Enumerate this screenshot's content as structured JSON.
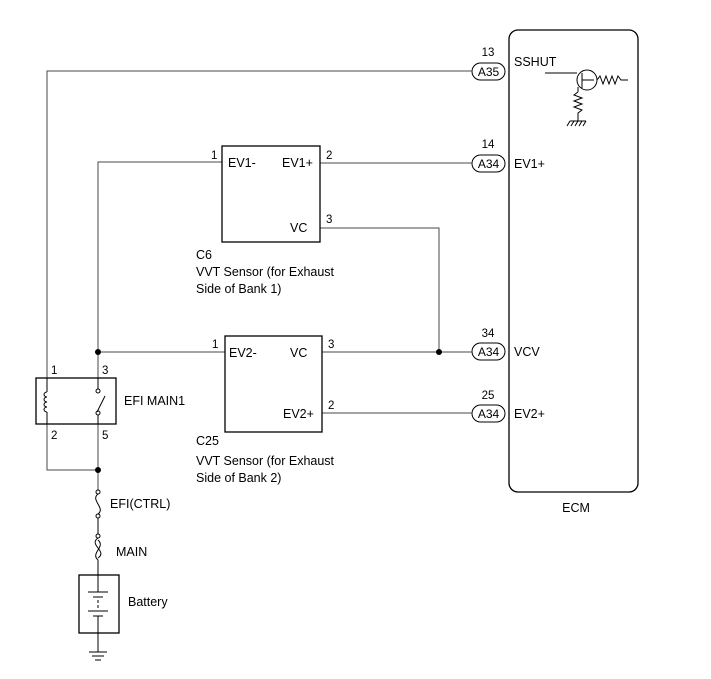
{
  "ecm": {
    "label": "ECM",
    "pins": [
      {
        "pin": "13",
        "connector": "A35",
        "signal": "SSHUT"
      },
      {
        "pin": "14",
        "connector": "A34",
        "signal": "EV1+"
      },
      {
        "pin": "34",
        "connector": "A34",
        "signal": "VCV"
      },
      {
        "pin": "25",
        "connector": "A34",
        "signal": "EV2+"
      }
    ]
  },
  "sensor1": {
    "code": "C6",
    "name_line1": "VVT Sensor (for Exhaust",
    "name_line2": "Side of Bank 1)",
    "terminals": [
      {
        "pin": "1",
        "name": "EV1-"
      },
      {
        "pin": "2",
        "name": "EV1+"
      },
      {
        "pin": "3",
        "name": "VC"
      }
    ]
  },
  "sensor2": {
    "code": "C25",
    "name_line1": "VVT Sensor (for Exhaust",
    "name_line2": "Side of Bank 2)",
    "terminals": [
      {
        "pin": "1",
        "name": "EV2-"
      },
      {
        "pin": "3",
        "name": "VC"
      },
      {
        "pin": "2",
        "name": "EV2+"
      }
    ]
  },
  "relay": {
    "label": "EFI MAIN1",
    "pins": [
      "1",
      "3",
      "2",
      "5"
    ]
  },
  "fuse_efi": "EFI(CTRL)",
  "fuse_main": "MAIN",
  "battery": "Battery"
}
